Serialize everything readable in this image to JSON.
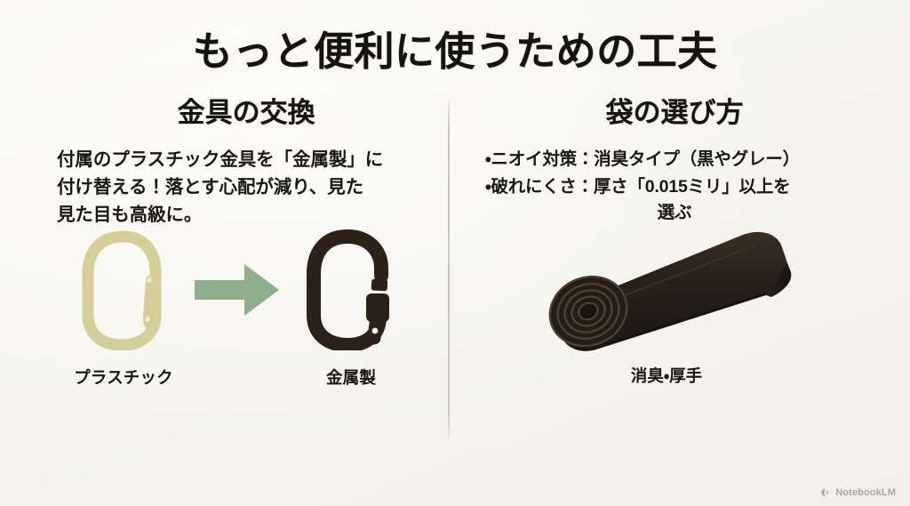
{
  "slide": {
    "title": "もっと便利に使うための工夫",
    "background_color": "#f7f6f0",
    "text_color": "#1a1813",
    "divider_color": "#c8c8b4"
  },
  "left_column": {
    "heading": "金具の交換",
    "body_lines": [
      "付属のプラスチック金具を「金属製」に",
      "付け替える！落とす心配が減り、見た",
      "見た目も高級に。"
    ],
    "figures": [
      {
        "caption": "プラスチック",
        "icon": "plastic-carabiner-icon",
        "color": "#d5ce99"
      },
      {
        "caption": "金属製",
        "icon": "metal-carabiner-icon",
        "color": "#2b2118"
      }
    ],
    "arrow": {
      "icon": "right-arrow-icon",
      "color": "#8fae8b"
    }
  },
  "right_column": {
    "heading": "袋の選び方",
    "bullets": [
      {
        "text": "・ニオイ対策：消臭タイプ（黒やグレー）",
        "continuation": ""
      },
      {
        "text": "・破れにくさ：厚さ「0.015ミリ」以上を",
        "continuation": "選ぶ"
      }
    ],
    "figure": {
      "caption": "消臭・厚手",
      "icon": "rolled-bag-icon",
      "color": "#2a211a"
    }
  },
  "watermark": {
    "label": "NotebookLM",
    "icon": "notebooklm-logo-icon"
  }
}
